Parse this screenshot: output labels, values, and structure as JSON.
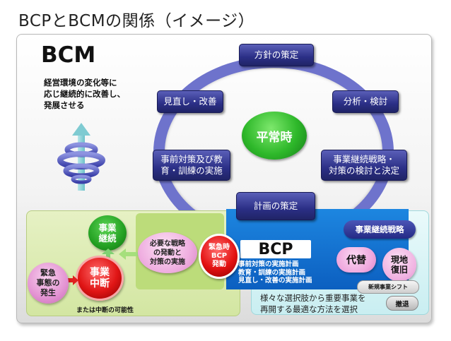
{
  "title": "BCPとBCMの関係（イメージ）",
  "bcm": {
    "label": "BCM",
    "description": "経営環境の変化等に\n応じ継続的に改善し、\n発展させる"
  },
  "cycle": {
    "center": "平常時",
    "steps": {
      "policy": "方針の策定",
      "analysis": "分析・検討",
      "strategy": "事業継続戦略・\n対策の検討と決定",
      "plan": "計画の策定",
      "implementation": "事前対策及び教\n育・訓練の実施",
      "review": "見直し・改善"
    }
  },
  "emergency": {
    "continue": "事業\n継続",
    "interrupt": "事業\n中断",
    "event": "緊急\n事態の\n発生",
    "possibility": "または中断の可能性",
    "strategy_action": "必要な戦略\nの発動と\n対策の実施",
    "bcp_activate": "緊急時\nBCP\n発動"
  },
  "bcp": {
    "title": "BCP",
    "lines": "事前対策の実施計画\n教育・訓練の実施計画\n見直し・改善の実施計画"
  },
  "business_strategy": {
    "badge": "事業継続戦略",
    "substitute": "代替",
    "restore": "現地\n復旧",
    "new_business": "新規事業シフト",
    "withdraw": "撤退",
    "options_text": "様々な選択肢から重要事業を\n再開する最適な方法を選択"
  },
  "colors": {
    "cycle_ring": "#6e73cc",
    "step_box": "#2b2f86",
    "normal_time": "#2eb82a",
    "interrupt": "#e01515",
    "bcp_band": "#0c5fc0",
    "green_area": "#d3e6a2",
    "cyan_area": "#c9eef1"
  },
  "icons": {
    "spiral": "spiral-arrow-icon",
    "arrow": "right-arrow-icon"
  }
}
